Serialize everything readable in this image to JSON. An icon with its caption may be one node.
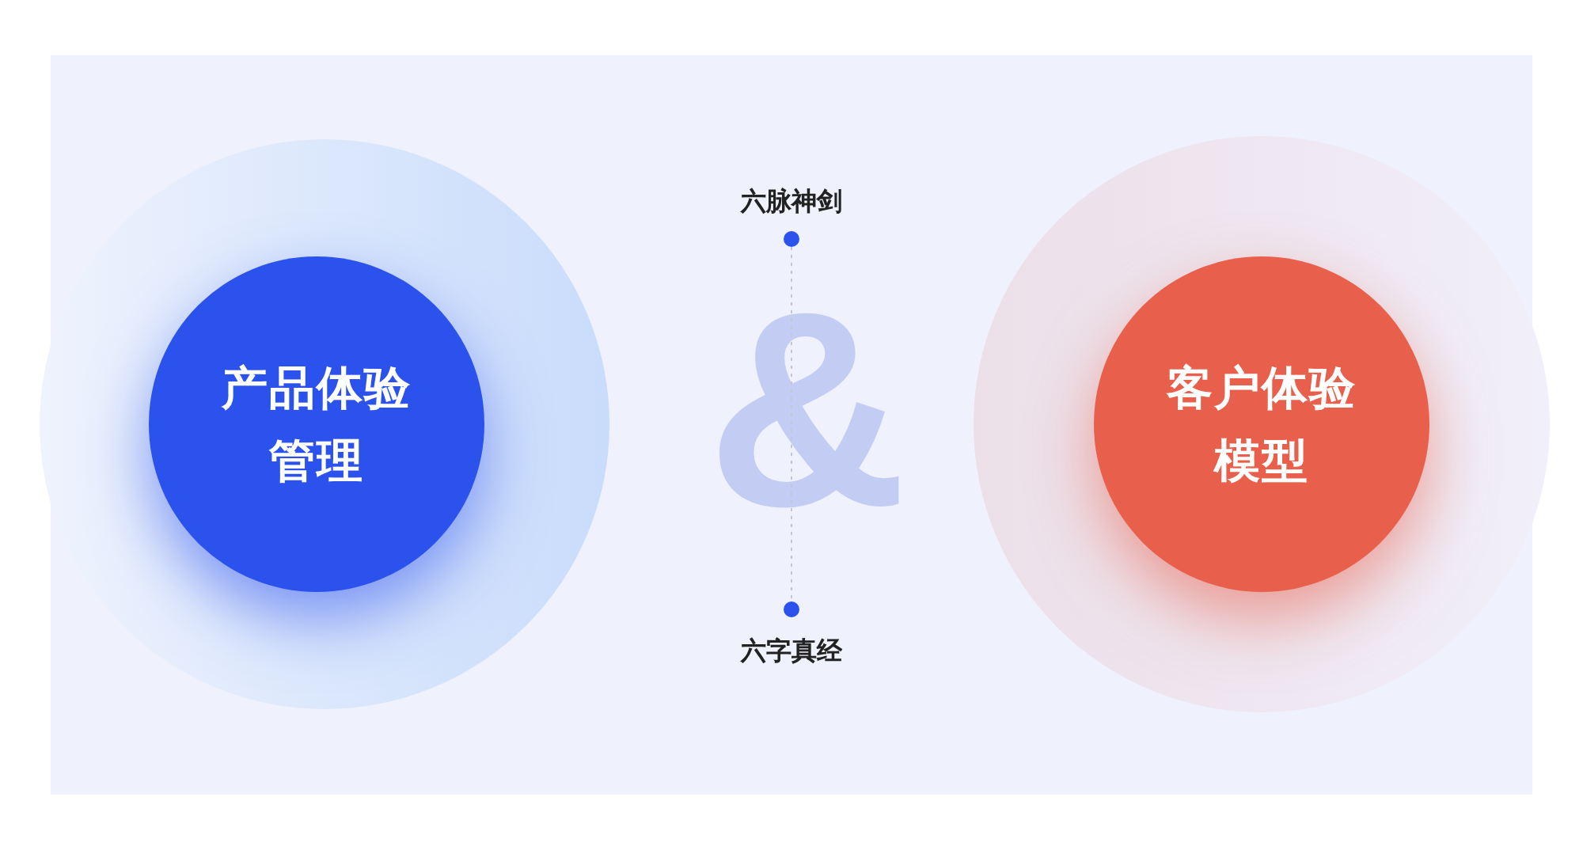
{
  "diagram": {
    "nodes": [
      {
        "text": [
          "产品体验管理"
        ]
      },
      {
        "text": [
          "客户体验模型"
        ]
      },
      {
        "text": [],
        "shape": "circle",
        "beside": [
          "六脉神剑"
        ]
      },
      {
        "text": [],
        "shape": "circle",
        "beside": [
          "六字真经"
        ]
      }
    ],
    "edges": [
      {
        "from": 2,
        "to": 3,
        "arrow": "none",
        "style": "dashed"
      }
    ],
    "labels": [
      "&"
    ]
  }
}
